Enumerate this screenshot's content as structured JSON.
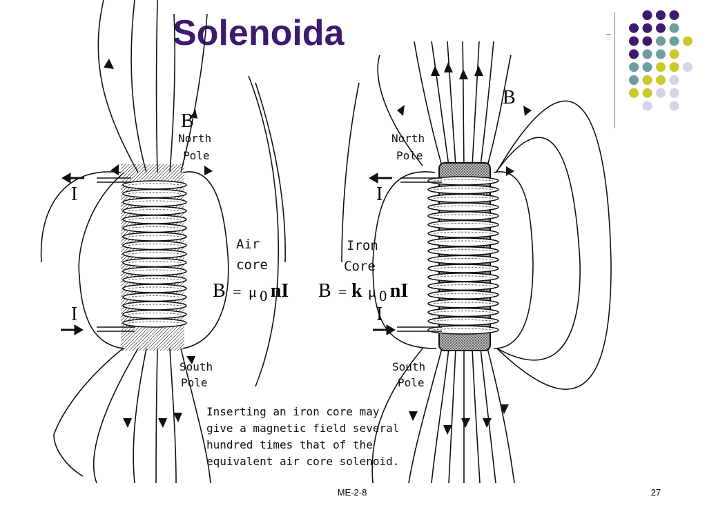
{
  "slide": {
    "title": "Solenoida",
    "footer_center": "ME-2-8",
    "page_number": "27"
  },
  "colors": {
    "title": "#3d1a6e",
    "dot_purple": "#3d1a6e",
    "dot_teal": "#6f9ea0",
    "dot_yellow": "#c9c92a",
    "dot_lavender": "#d4d4e6"
  },
  "diagram": {
    "left": {
      "field_label": "B",
      "north_line1": "North",
      "north_line2": "Pole",
      "south_line1": "South",
      "south_line2": "Pole",
      "current_top": "I",
      "current_bottom": "I",
      "core_line1": "Air",
      "core_line2": "core",
      "equation_lhs": "B",
      "equation_eq": "=",
      "equation_mu": "μ",
      "equation_sub": "0",
      "equation_rhs": "nI"
    },
    "right": {
      "field_label": "B",
      "north_line1": "North",
      "north_line2": "Pole",
      "south_line1": "South",
      "south_line2": "Pole",
      "current_top": "I",
      "current_bottom": "I",
      "core_line1": "Iron",
      "core_line2": "Core",
      "equation_lhs": "B",
      "equation_eq": "=",
      "equation_k": "k",
      "equation_mu": "μ",
      "equation_sub": "0",
      "equation_rhs": "nI"
    },
    "note": [
      "Inserting an iron core may",
      "give a magnetic field several",
      "hundred times that of the",
      "equivalent air core solenoid."
    ]
  }
}
